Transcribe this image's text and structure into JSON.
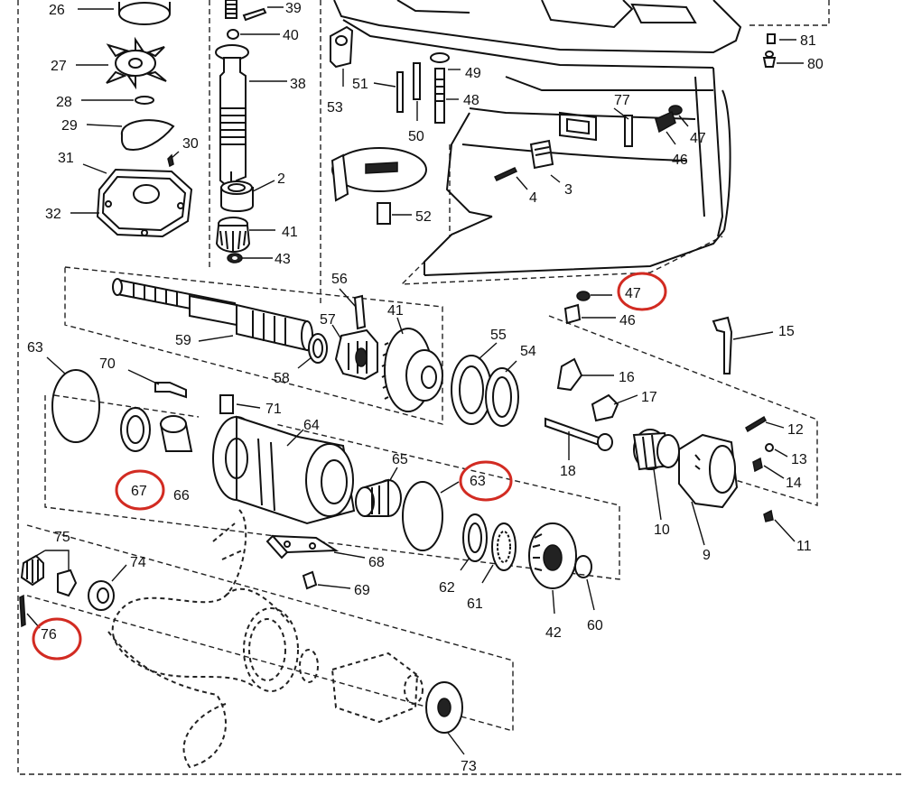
{
  "labels": {
    "p26": "26",
    "p39": "39",
    "p40": "40",
    "p81": "81",
    "p80": "80",
    "p27": "27",
    "p38": "38",
    "p51": "51",
    "p49": "49",
    "p48": "48",
    "p53": "53",
    "p50": "50",
    "p77": "77",
    "p28": "28",
    "p29": "29",
    "p47a": "47",
    "p46a": "46",
    "p30": "30",
    "p31": "31",
    "p2": "2",
    "p3": "3",
    "p4": "4",
    "p32": "32",
    "p52": "52",
    "p41a": "41",
    "p43": "43",
    "p56": "56",
    "p47b": "47",
    "p46b": "46",
    "p57": "57",
    "p41b": "41",
    "p15": "15",
    "p59": "59",
    "p55": "55",
    "p54": "54",
    "p63a": "63",
    "p58": "58",
    "p70": "70",
    "p16": "16",
    "p17": "17",
    "p71": "71",
    "p64": "64",
    "p12": "12",
    "p13": "13",
    "p18": "18",
    "p65": "65",
    "p63b": "63",
    "p14": "14",
    "p67": "67",
    "p66": "66",
    "p10": "10",
    "p9": "9",
    "p11": "11",
    "p75": "75",
    "p74": "74",
    "p68": "68",
    "p62": "62",
    "p61": "61",
    "p69": "69",
    "p42": "42",
    "p60": "60",
    "p76": "76",
    "p73": "73"
  },
  "callouts": [
    "47",
    "67",
    "63",
    "76"
  ],
  "colors": {
    "callout": "#d22b22",
    "line": "#111111",
    "background": "#ffffff"
  }
}
